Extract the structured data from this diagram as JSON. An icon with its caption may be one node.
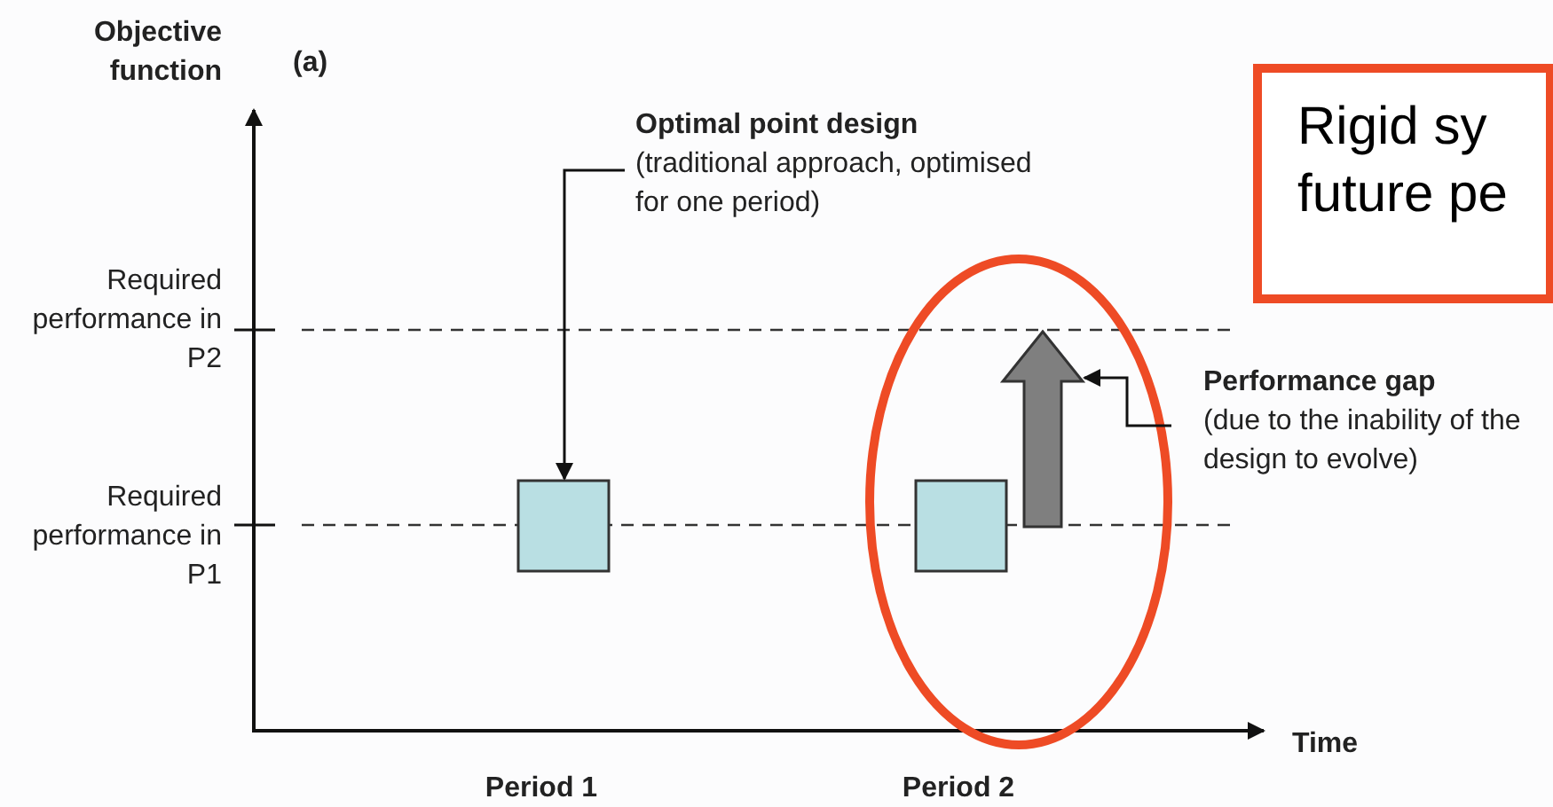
{
  "diagram": {
    "nodes": [
      {
        "text": [
          "Optimal point design",
          "(traditional approach, optimised for one period)"
        ]
      },
      {
        "text": [],
        "shape": "box"
      },
      {
        "text": [
          "Performance gap",
          "(due to the inability of the design to evolve)"
        ]
      },
      {
        "text": [],
        "shape": "arrow"
      },
      {
        "text": [],
        "shape": "box"
      },
      {
        "text": [
          "Rigid sy future pe"
        ]
      }
    ],
    "edges": [
      {
        "from": 0,
        "to": 1,
        "arrow": "to"
      },
      {
        "from": 2,
        "to": 3,
        "arrow": "to"
      }
    ],
    "labels": [
      "Objective function",
      "(a)",
      "Required performance in P2",
      "Required performance in P1",
      "Time",
      "Period 1",
      "Period 2"
    ]
  }
}
